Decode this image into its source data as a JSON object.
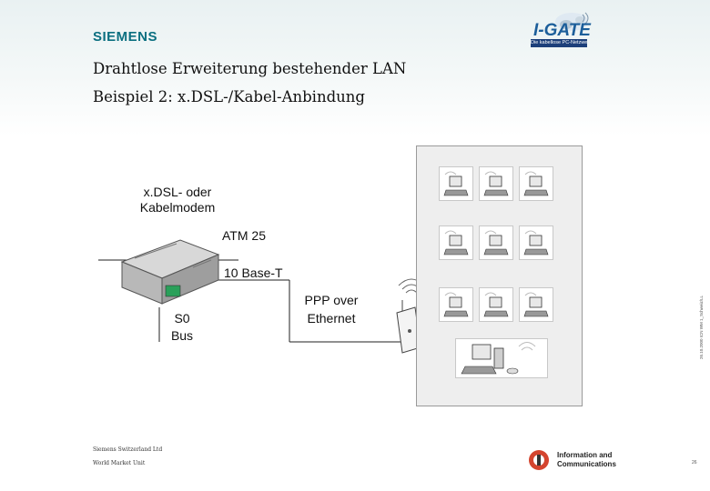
{
  "header": {
    "brand": "SIEMENS",
    "title_line1": "Drahtlose Erweiterung bestehender LAN",
    "title_line2": "Beispiel 2: x.DSL-/Kabel-Anbindung"
  },
  "igate_logo": {
    "name": "I-GATE",
    "tagline": "Die kabellose PC-Netzwerk"
  },
  "diagram": {
    "modem_label_line1": "x.DSL- oder",
    "modem_label_line2": "Kabelmodem",
    "atm_label": "ATM 25",
    "ethernet_label": "10 Base-T",
    "pppoe_label_line1": "PPP over",
    "pppoe_label_line2": "Ethernet",
    "s0_label_line1": "S0",
    "s0_label_line2": "Bus"
  },
  "footer": {
    "company_line1": "Siemens Switzerland Ltd",
    "company_line2": "World Market Unit",
    "ic_line1": "Information and",
    "ic_line2": "Communications",
    "side_text": "26.10.2000  ICN WM  1_Schweiz/LL",
    "page_number": "26"
  },
  "colors": {
    "brand": "#0b6f80",
    "igate_blue": "#1c3f7a"
  }
}
